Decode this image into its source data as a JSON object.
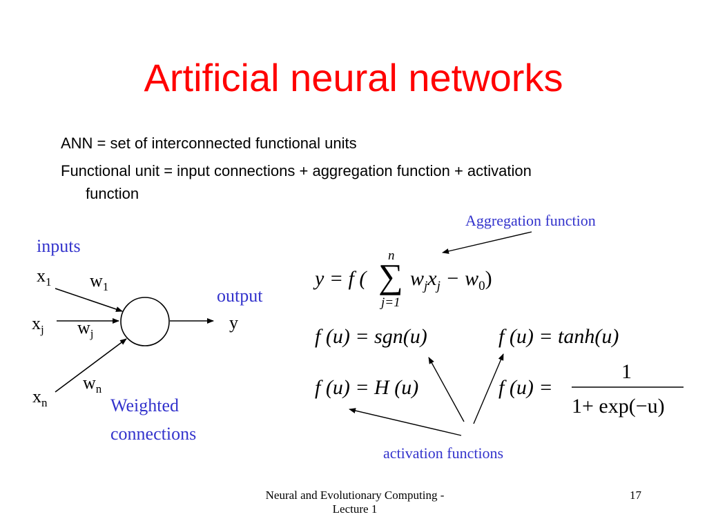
{
  "slide": {
    "title": "Artificial neural networks",
    "bullets": {
      "b1": "ANN =  set of interconnected functional units",
      "b2_line1": "Functional unit = input connections + aggregation function + activation",
      "b2_line2": "function"
    }
  },
  "diagram": {
    "inputs_label": "inputs",
    "output_label": "output",
    "weighted_label_1": "Weighted",
    "weighted_label_2": "connections",
    "aggregation_label": "Aggregation function",
    "activation_label": "activation functions",
    "symbols": {
      "x": "x",
      "w": "w",
      "y": "y",
      "sub_1": "1",
      "sub_j": "j",
      "sub_n": "n"
    }
  },
  "formulas": {
    "aggregation": {
      "lhs": "y = f (",
      "sum_upper": "n",
      "sum_sign": "∑",
      "sum_lower": "j=1",
      "w": "w",
      "sub_j1": "j",
      "x": "x",
      "sub_j2": "j",
      "minus": " − w",
      "sub_0": "0",
      "close": ")"
    },
    "sgn": "f (u) = sgn(u)",
    "tanh": "f (u) = tanh(u)",
    "heaviside": "f (u) = H (u)",
    "logistic": {
      "lhs": "f (u) =",
      "numerator": "1",
      "denominator": "1+ exp(−u)"
    }
  },
  "footer": {
    "course_line1": "Neural and Evolutionary Computing -",
    "course_line2": "Lecture 1",
    "page": "17"
  }
}
